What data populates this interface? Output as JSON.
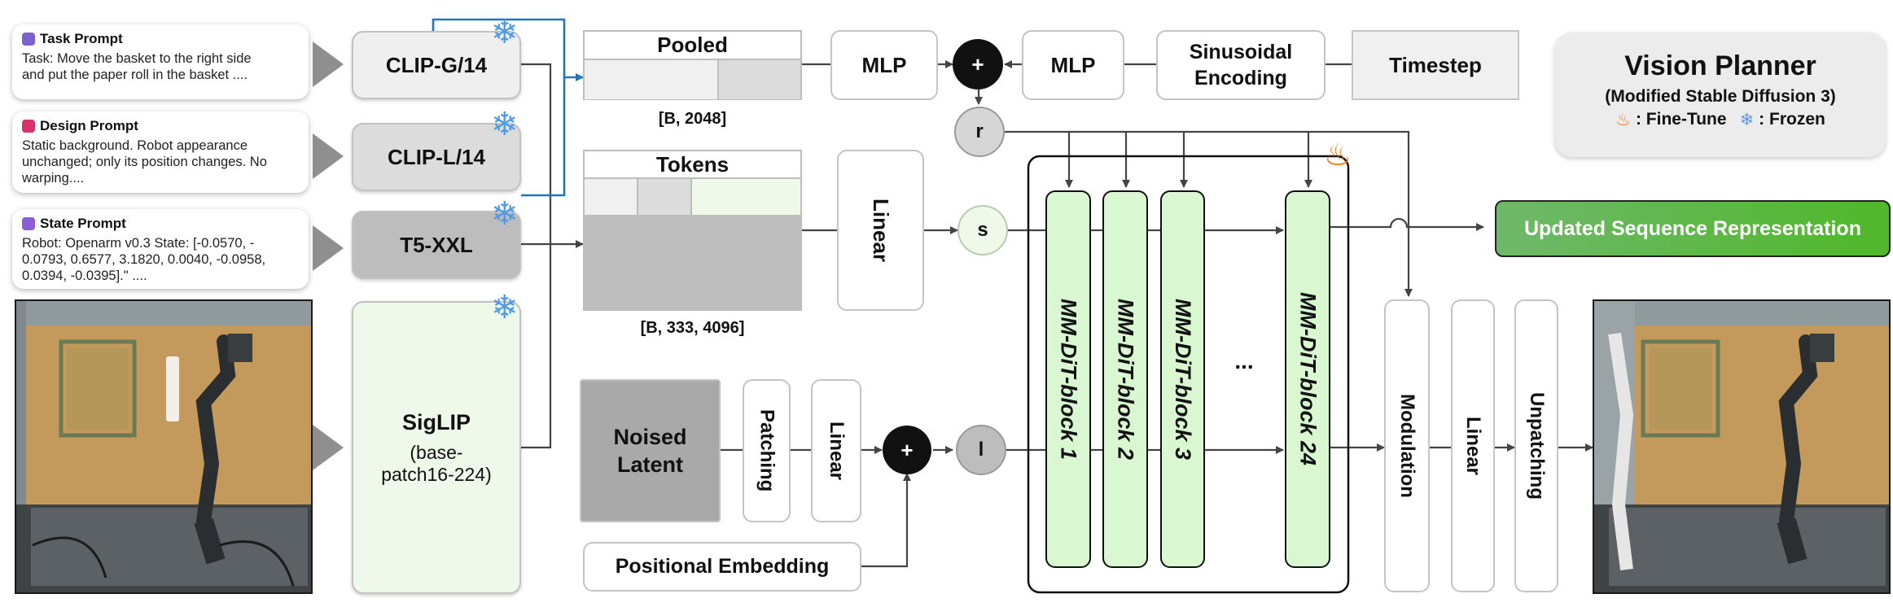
{
  "prompts": {
    "task": {
      "title": "Task Prompt",
      "lines": [
        "Task: Move the basket to the right side",
        "and put the paper roll in the basket ...."
      ]
    },
    "design": {
      "title": "Design Prompt",
      "lines": [
        "Static background. Robot appearance",
        "unchanged; only its position changes. No",
        "warping...."
      ]
    },
    "state": {
      "title": "State Prompt",
      "lines": [
        "Robot: Openarm v0.3 State: [-0.0570, -",
        "0.0793, 0.6577, 3.1820, 0.0040, -0.0958,",
        "0.0394, -0.0395].\" ...."
      ]
    }
  },
  "encoders": {
    "clip_g": "CLIP-G/14",
    "clip_l": "CLIP-L/14",
    "t5": "T5-XXL",
    "siglip": {
      "name": "SigLIP",
      "sub1": "(base-",
      "sub2": "patch16-224)"
    }
  },
  "pooled": {
    "title": "Pooled",
    "shape": "[B, 2048]"
  },
  "tokens": {
    "title": "Tokens",
    "shape": "[B, 333, 4096]"
  },
  "blocks": {
    "mlp_left": "MLP",
    "mlp_right": "MLP",
    "sinusoidal_1": "Sinusoidal",
    "sinusoidal_2": "Encoding",
    "timestep": "Timestep",
    "linear_tokens": "Linear",
    "noised_1": "Noised",
    "noised_2": "Latent",
    "patching": "Patching",
    "linear_latent": "Linear",
    "positional": "Positional Embedding",
    "modulation": "Modulation",
    "linear_out": "Linear",
    "unpatching": "Unpatching"
  },
  "signals": {
    "r": "r",
    "s": "s",
    "l": "l",
    "plus": "+"
  },
  "dit_blocks": [
    "MM-DiT-block 1",
    "MM-DiT-block 2",
    "MM-DiT-block 3",
    "...",
    "MM-DiT-block 24"
  ],
  "output": "Updated Sequence Representation",
  "legend": {
    "title": "Vision Planner",
    "subtitle": "(Modified Stable Diffusion 3)",
    "fire_label": ": Fine-Tune",
    "frozen_label": ": Frozen"
  },
  "colors": {
    "frozen_icon": "#4f9be8",
    "clip_link": "#1f74c4",
    "fire_icon": "#f07a1a",
    "dit_fill": "#d9f7d0",
    "output_fill_start": "#6fb86a",
    "output_fill_end": "#4fb82a"
  },
  "icons": [
    "magic-wand-icon",
    "pencil-icon",
    "robot-face-icon",
    "snowflake-icon",
    "fire-icon"
  ]
}
